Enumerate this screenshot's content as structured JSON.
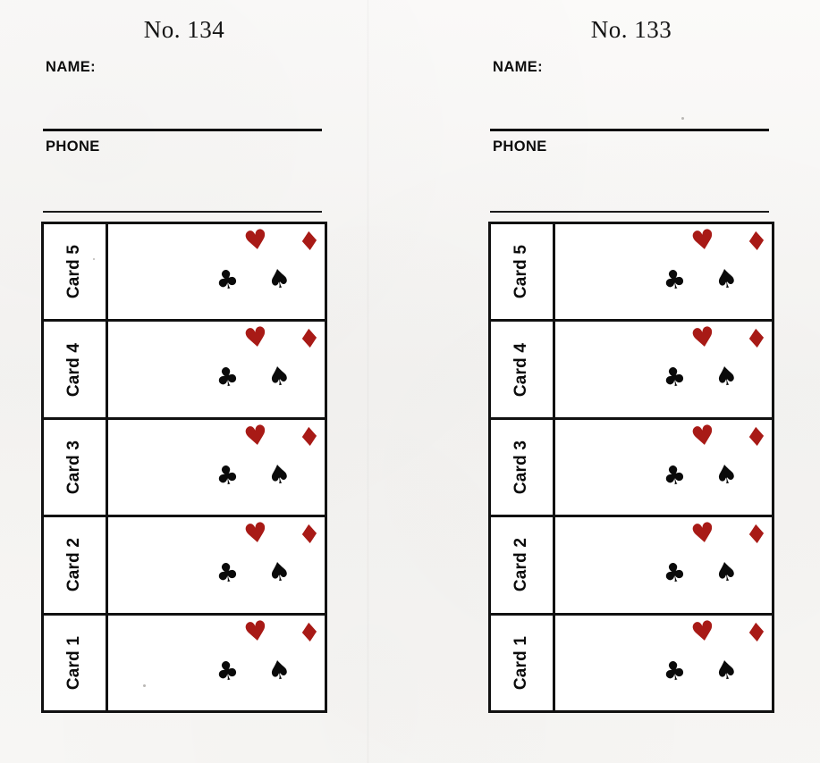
{
  "page": {
    "background_color": "#f6f5f3",
    "ink_color": "#111111",
    "red_suit_color": "#a81a16",
    "black_suit_color": "#0a0a0a"
  },
  "forms": [
    {
      "id": "form-134",
      "title": "No. 134",
      "name_label": "NAME:",
      "phone_label": "PHONE",
      "card_rows": [
        {
          "label": "Card 5",
          "suits": [
            "heart",
            "diamond",
            "club",
            "spade"
          ]
        },
        {
          "label": "Card 4",
          "suits": [
            "heart",
            "diamond",
            "club",
            "spade"
          ]
        },
        {
          "label": "Card 3",
          "suits": [
            "heart",
            "diamond",
            "club",
            "spade"
          ]
        },
        {
          "label": "Card 2",
          "suits": [
            "heart",
            "diamond",
            "club",
            "spade"
          ]
        },
        {
          "label": "Card 1",
          "suits": [
            "heart",
            "diamond",
            "club",
            "spade"
          ]
        }
      ]
    },
    {
      "id": "form-133",
      "title": "No. 133",
      "name_label": "NAME:",
      "phone_label": "PHONE",
      "card_rows": [
        {
          "label": "Card 5",
          "suits": [
            "heart",
            "diamond",
            "club",
            "spade"
          ]
        },
        {
          "label": "Card 4",
          "suits": [
            "heart",
            "diamond",
            "club",
            "spade"
          ]
        },
        {
          "label": "Card 3",
          "suits": [
            "heart",
            "diamond",
            "club",
            "spade"
          ]
        },
        {
          "label": "Card 2",
          "suits": [
            "heart",
            "diamond",
            "club",
            "spade"
          ]
        },
        {
          "label": "Card 1",
          "suits": [
            "heart",
            "diamond",
            "club",
            "spade"
          ]
        }
      ]
    }
  ],
  "suit_glyphs": {
    "heart": "♥",
    "diamond": "♦",
    "club": "♣",
    "spade": "♠"
  }
}
